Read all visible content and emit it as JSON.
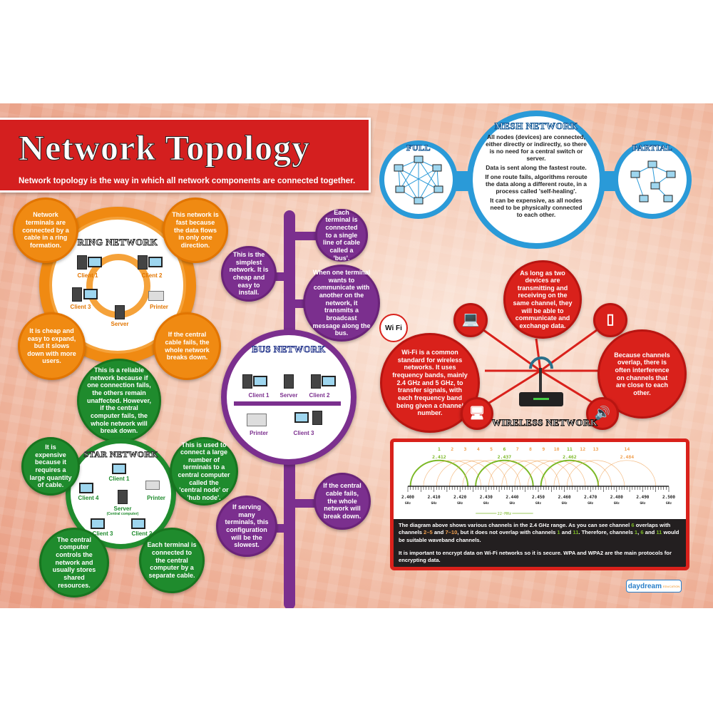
{
  "title": "Network Topology",
  "subtitle": "Network topology is the way in which all network components are connected together.",
  "colors": {
    "title_bg": "#d41f1f",
    "ring": "#f08a12",
    "star": "#1f8b2d",
    "bus": "#7b2f8e",
    "mesh": "#2a9ad8",
    "wireless": "#d9211b",
    "channel_highlight": "#7cb927",
    "channel_other": "#f0a050"
  },
  "ring": {
    "heading": "Ring Network",
    "facts": [
      "Network terminals are connected by a cable in a ring formation.",
      "This network is fast because the data flows in only one direction.",
      "It is cheap and easy to expand, but it slows down with more users.",
      "If the central cable fails, the whole network breaks down."
    ],
    "nodes": [
      "Client 1",
      "Client 2",
      "Client 3",
      "Printer",
      "Server"
    ]
  },
  "star": {
    "heading": "Star Network",
    "facts": [
      "This is a reliable network because if one connection fails, the others remain unaffected. However, if the central computer fails, the whole network will break down.",
      "It is expensive because it requires a large quantity of cable.",
      "This is used to connect a large number of terminals to a central computer called the 'central node' or 'hub node'.",
      "The central computer controls the network and usually stores shared resources.",
      "Each terminal is connected to the central computer by a separate cable."
    ],
    "nodes": [
      "Client 1",
      "Client 4",
      "Printer",
      "Server",
      "(Central computer)",
      "Client 3",
      "Client 2"
    ]
  },
  "bus": {
    "heading": "Bus Network",
    "facts": [
      "Each terminal is connected to a single line of cable called a 'bus'.",
      "This is the simplest network. It is cheap and easy to install.",
      "When one terminal wants to communicate with another on the network, it transmits a broadcast message along the bus.",
      "If the central cable fails, the whole network will break down.",
      "If serving many terminals, this configuration will be the slowest."
    ],
    "nodes": [
      "Client 1",
      "Server",
      "Client 2",
      "Printer",
      "Client 3"
    ]
  },
  "mesh": {
    "heading": "Mesh Network",
    "full_label": "Full",
    "partial_label": "Partial",
    "paragraphs": [
      "All nodes (devices) are connected, either directly or indirectly, so there is no need for a central switch or server.",
      "Data is sent along the fastest route.",
      "If one route fails, algorithms reroute the data along a different route, in a process called 'self-healing'.",
      "It can be expensive, as all nodes need to be physically connected to each other."
    ]
  },
  "wireless": {
    "heading": "Wireless Network",
    "wifi_logo": "Wi Fi",
    "facts": [
      "As long as two devices are transmitting and receiving on the same channel, they will be able to communicate and exchange data.",
      "Wi-Fi is a common standard for wireless networks. It uses frequency bands, mainly 2.4 GHz and 5 GHz, to transfer signals, with each frequency band being given a channel number.",
      "Because channels overlap, there is often interference on channels that are close to each other."
    ],
    "devices": [
      "laptop-icon",
      "phone-icon",
      "desktop-icon",
      "speaker-icon",
      "router-icon"
    ]
  },
  "channels": {
    "channel_numbers": [
      "1",
      "2",
      "3",
      "4",
      "5",
      "6",
      "7",
      "8",
      "9",
      "10",
      "11",
      "12",
      "13",
      "14"
    ],
    "channel_centers_ghz": [
      2.412,
      2.417,
      2.422,
      2.427,
      2.432,
      2.437,
      2.442,
      2.447,
      2.452,
      2.457,
      2.462,
      2.467,
      2.472,
      2.484
    ],
    "highlighted_channels": [
      1,
      6,
      11
    ],
    "center_labels": [
      {
        "channel": 1,
        "text": "2.412"
      },
      {
        "channel": 6,
        "text": "2.437"
      },
      {
        "channel": 11,
        "text": "2.462"
      },
      {
        "channel": 14,
        "text": "2.484"
      }
    ],
    "axis_ticks": [
      "2.400",
      "2.410",
      "2.420",
      "2.430",
      "2.440",
      "2.450",
      "2.460",
      "2.470",
      "2.480",
      "2.490",
      "2.500"
    ],
    "axis_unit": "GHz",
    "xlim": [
      2.4,
      2.5
    ],
    "width_label": "22 MHz",
    "text1": [
      "The diagram above shows various channels in the 2.4 GHz range. As you can see channel ",
      "6",
      " overlaps with channels ",
      "2–5",
      " and ",
      "7–10",
      ", but it does not overlap with channels ",
      "1",
      " and ",
      "11",
      ". Therefore, channels ",
      "1",
      ", ",
      "6",
      " and ",
      "11",
      " would be suitable waveband channels."
    ],
    "text2": "It is important to encrypt data on Wi-Fi networks so it is secure. WPA and WPA2 are the main protocols for encrypting data."
  },
  "logo": {
    "name": "daydream",
    "tag": "EDUCATION"
  }
}
